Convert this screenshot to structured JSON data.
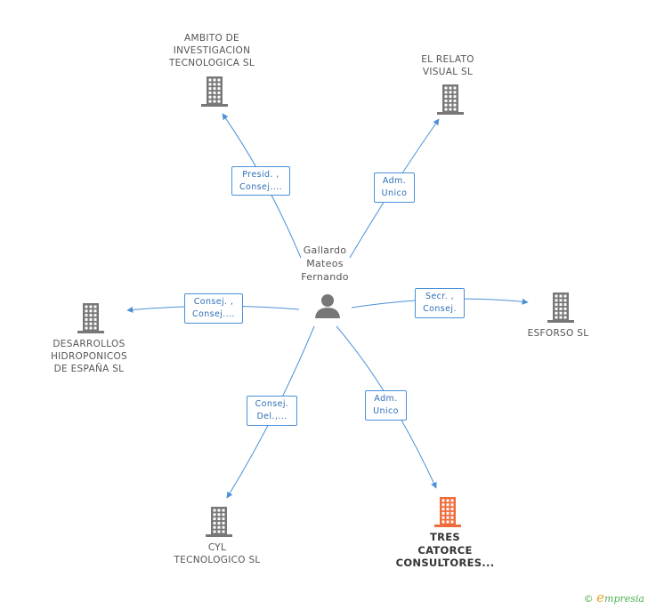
{
  "person": {
    "name": "Gallardo\nMateos\nFernando",
    "icon": "person-icon",
    "color": "#777777"
  },
  "companies": [
    {
      "id": "ambito",
      "label": "AMBITO DE\nINVESTIGACION\nTECNOLOGICA SL",
      "icon": "building-icon",
      "highlight": false
    },
    {
      "id": "relato",
      "label": "EL RELATO\nVISUAL SL",
      "icon": "building-icon",
      "highlight": false
    },
    {
      "id": "desarrollos",
      "label": "DESARROLLOS\nHIDROPONICOS\nDE ESPAÑA  SL",
      "icon": "building-icon",
      "highlight": false
    },
    {
      "id": "esforso",
      "label": "ESFORSO SL",
      "icon": "building-icon",
      "highlight": false
    },
    {
      "id": "cyl",
      "label": "CYL\nTECNOLOGICO SL",
      "icon": "building-icon",
      "highlight": false
    },
    {
      "id": "trescatorce",
      "label": "TRES\nCATORCE\nCONSULTORES...",
      "icon": "building-icon",
      "highlight": true
    }
  ],
  "roles": [
    {
      "target": "ambito",
      "label": "Presid. ,\nConsej...."
    },
    {
      "target": "relato",
      "label": "Adm.\nUnico"
    },
    {
      "target": "desarrollos",
      "label": "Consej. ,\nConsej...."
    },
    {
      "target": "esforso",
      "label": "Secr. ,\nConsej."
    },
    {
      "target": "cyl",
      "label": "Consej.\nDel.,..."
    },
    {
      "target": "trescatorce",
      "label": "Adm.\nUnico"
    }
  ],
  "colors": {
    "edge": "#4a90d9",
    "building": "#777777",
    "building_highlight": "#f26b3a",
    "role_text": "#2e6fb6"
  },
  "footer": {
    "copyright": "©",
    "brand_first": "e",
    "brand_rest": "mpresia"
  }
}
